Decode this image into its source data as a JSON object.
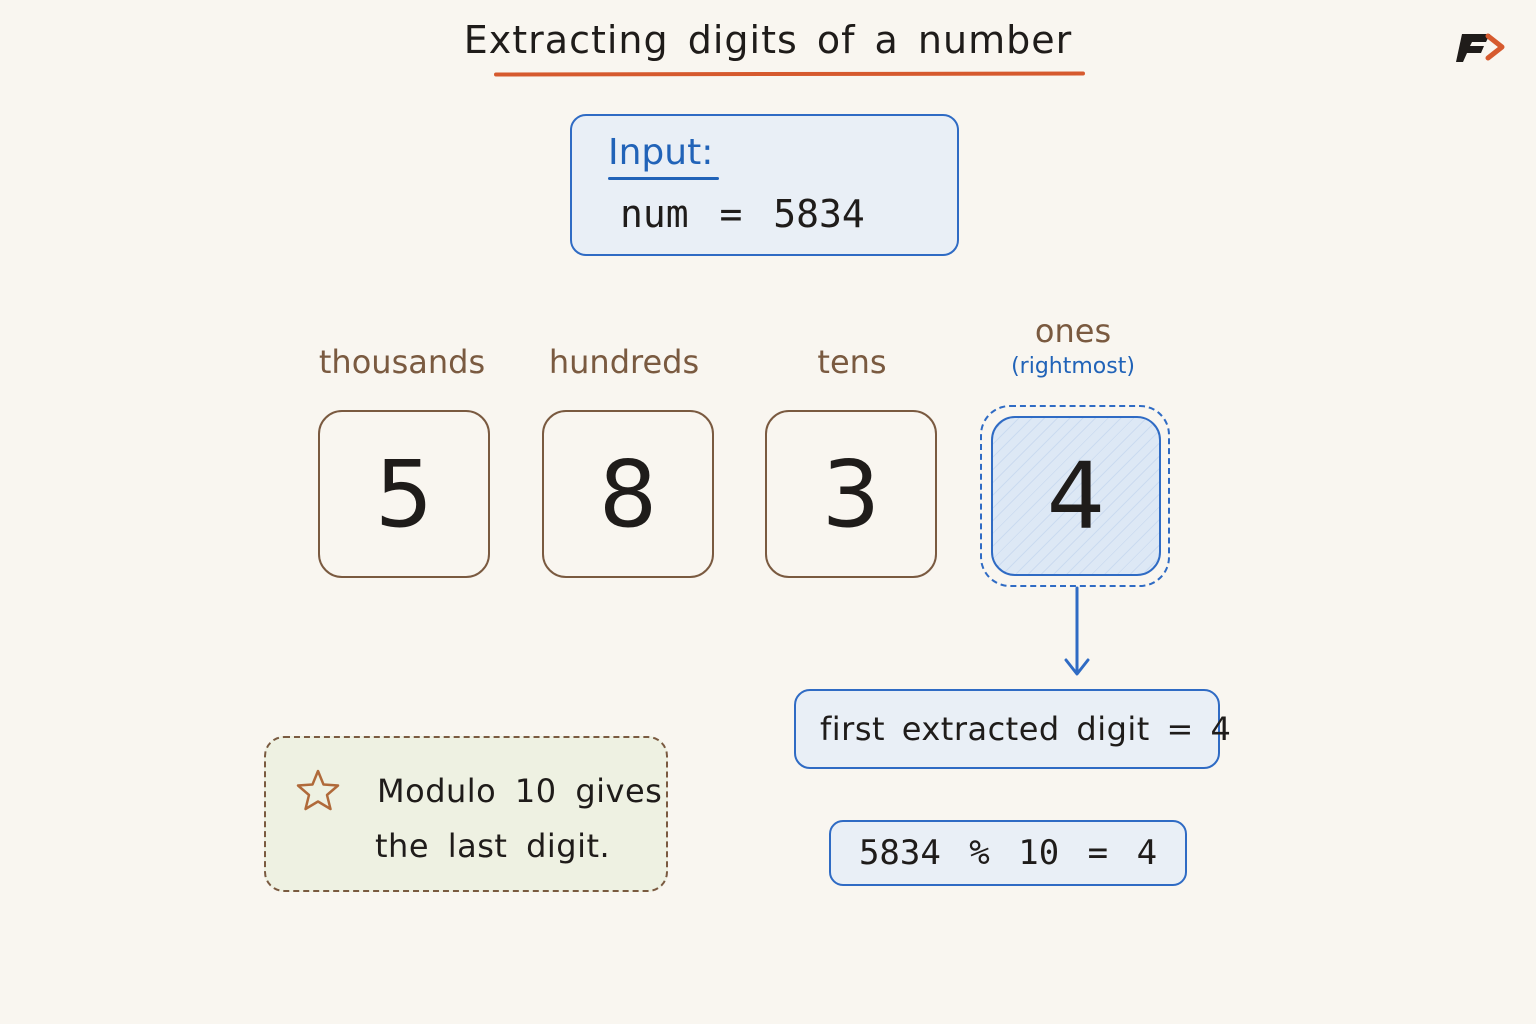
{
  "title": "Extracting digits of a number",
  "colors": {
    "background": "#f9f6f0",
    "title_underline": "#d65a2e",
    "accent_blue": "#2f6bc4",
    "place_brown": "#7a5a40",
    "note_fill": "#eef1e2",
    "card_fill": "#e9eff6"
  },
  "logo": {
    "icon": "brand-logo-icon"
  },
  "input": {
    "label": "Input:",
    "expression": "num = 5834"
  },
  "places": [
    {
      "label": "thousands",
      "digit": "5",
      "highlighted": false
    },
    {
      "label": "hundreds",
      "digit": "8",
      "highlighted": false
    },
    {
      "label": "tens",
      "digit": "3",
      "highlighted": false
    },
    {
      "label": "ones",
      "sublabel": "(rightmost)",
      "digit": "4",
      "highlighted": true
    }
  ],
  "result": {
    "text": "first extracted digit = 4"
  },
  "formula": {
    "text": "5834 % 10 = 4"
  },
  "note": {
    "icon": "star-icon",
    "line1": "Modulo 10 gives",
    "line2": "the last digit."
  }
}
